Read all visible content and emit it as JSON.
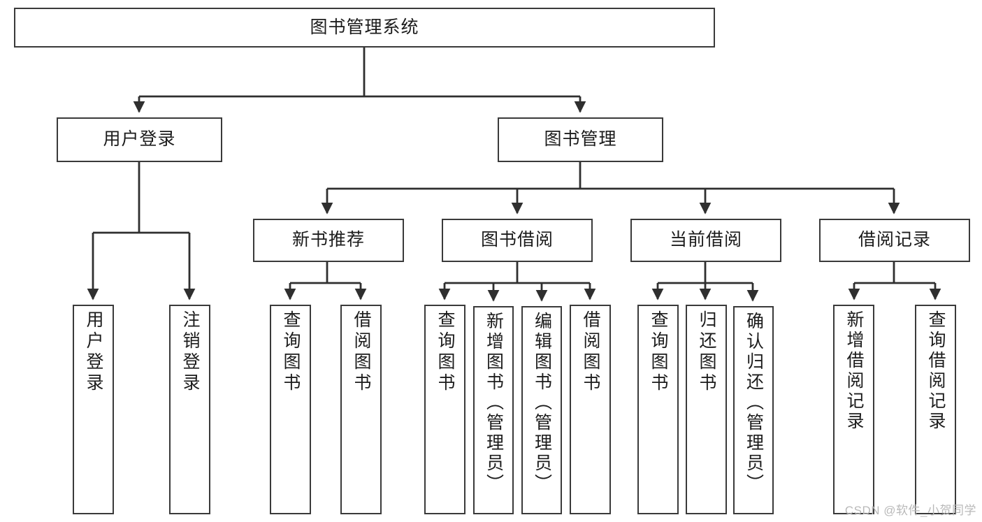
{
  "diagram": {
    "title": "图书管理系统",
    "type": "tree",
    "watermark": "CSDN @软件_小贺同学",
    "colors": {
      "box_border": "#3a3a3a",
      "box_fill": "#ffffff",
      "connector": "#2f2f2f",
      "text": "#1c1c1c",
      "watermark": "#b9b9b9",
      "background": "#ffffff"
    },
    "levels": {
      "root": {
        "label": "图书管理系统"
      },
      "level2": [
        {
          "id": "user-login",
          "label": "用户登录"
        },
        {
          "id": "book-management",
          "label": "图书管理"
        }
      ],
      "level3": [
        {
          "id": "new-book-recommend",
          "label": "新书推荐",
          "parent": "book-management"
        },
        {
          "id": "book-borrow",
          "label": "图书借阅",
          "parent": "book-management"
        },
        {
          "id": "current-borrow",
          "label": "当前借阅",
          "parent": "book-management"
        },
        {
          "id": "borrow-record",
          "label": "借阅记录",
          "parent": "book-management"
        }
      ],
      "leaves": [
        {
          "id": "leaf-user-login",
          "label": "用户登录",
          "parent": "user-login"
        },
        {
          "id": "leaf-user-logout",
          "label": "注销登录",
          "parent": "user-login"
        },
        {
          "id": "leaf-query-book-1",
          "label": "查询图书",
          "parent": "new-book-recommend"
        },
        {
          "id": "leaf-borrow-book-1",
          "label": "借阅图书",
          "parent": "new-book-recommend"
        },
        {
          "id": "leaf-query-book-2",
          "label": "查询图书",
          "parent": "book-borrow"
        },
        {
          "id": "leaf-add-book",
          "label": "新增图书（管理员）",
          "parent": "book-borrow"
        },
        {
          "id": "leaf-edit-book",
          "label": "编辑图书（管理员）",
          "parent": "book-borrow"
        },
        {
          "id": "leaf-borrow-book-2",
          "label": "借阅图书",
          "parent": "book-borrow"
        },
        {
          "id": "leaf-query-book-3",
          "label": "查询图书",
          "parent": "current-borrow"
        },
        {
          "id": "leaf-return-book",
          "label": "归还图书",
          "parent": "current-borrow"
        },
        {
          "id": "leaf-confirm-return",
          "label": "确认归还（管理员）",
          "parent": "current-borrow"
        },
        {
          "id": "leaf-add-record",
          "label": "新增借阅记录",
          "parent": "borrow-record"
        },
        {
          "id": "leaf-query-record",
          "label": "查询借阅记录",
          "parent": "borrow-record"
        }
      ]
    }
  }
}
